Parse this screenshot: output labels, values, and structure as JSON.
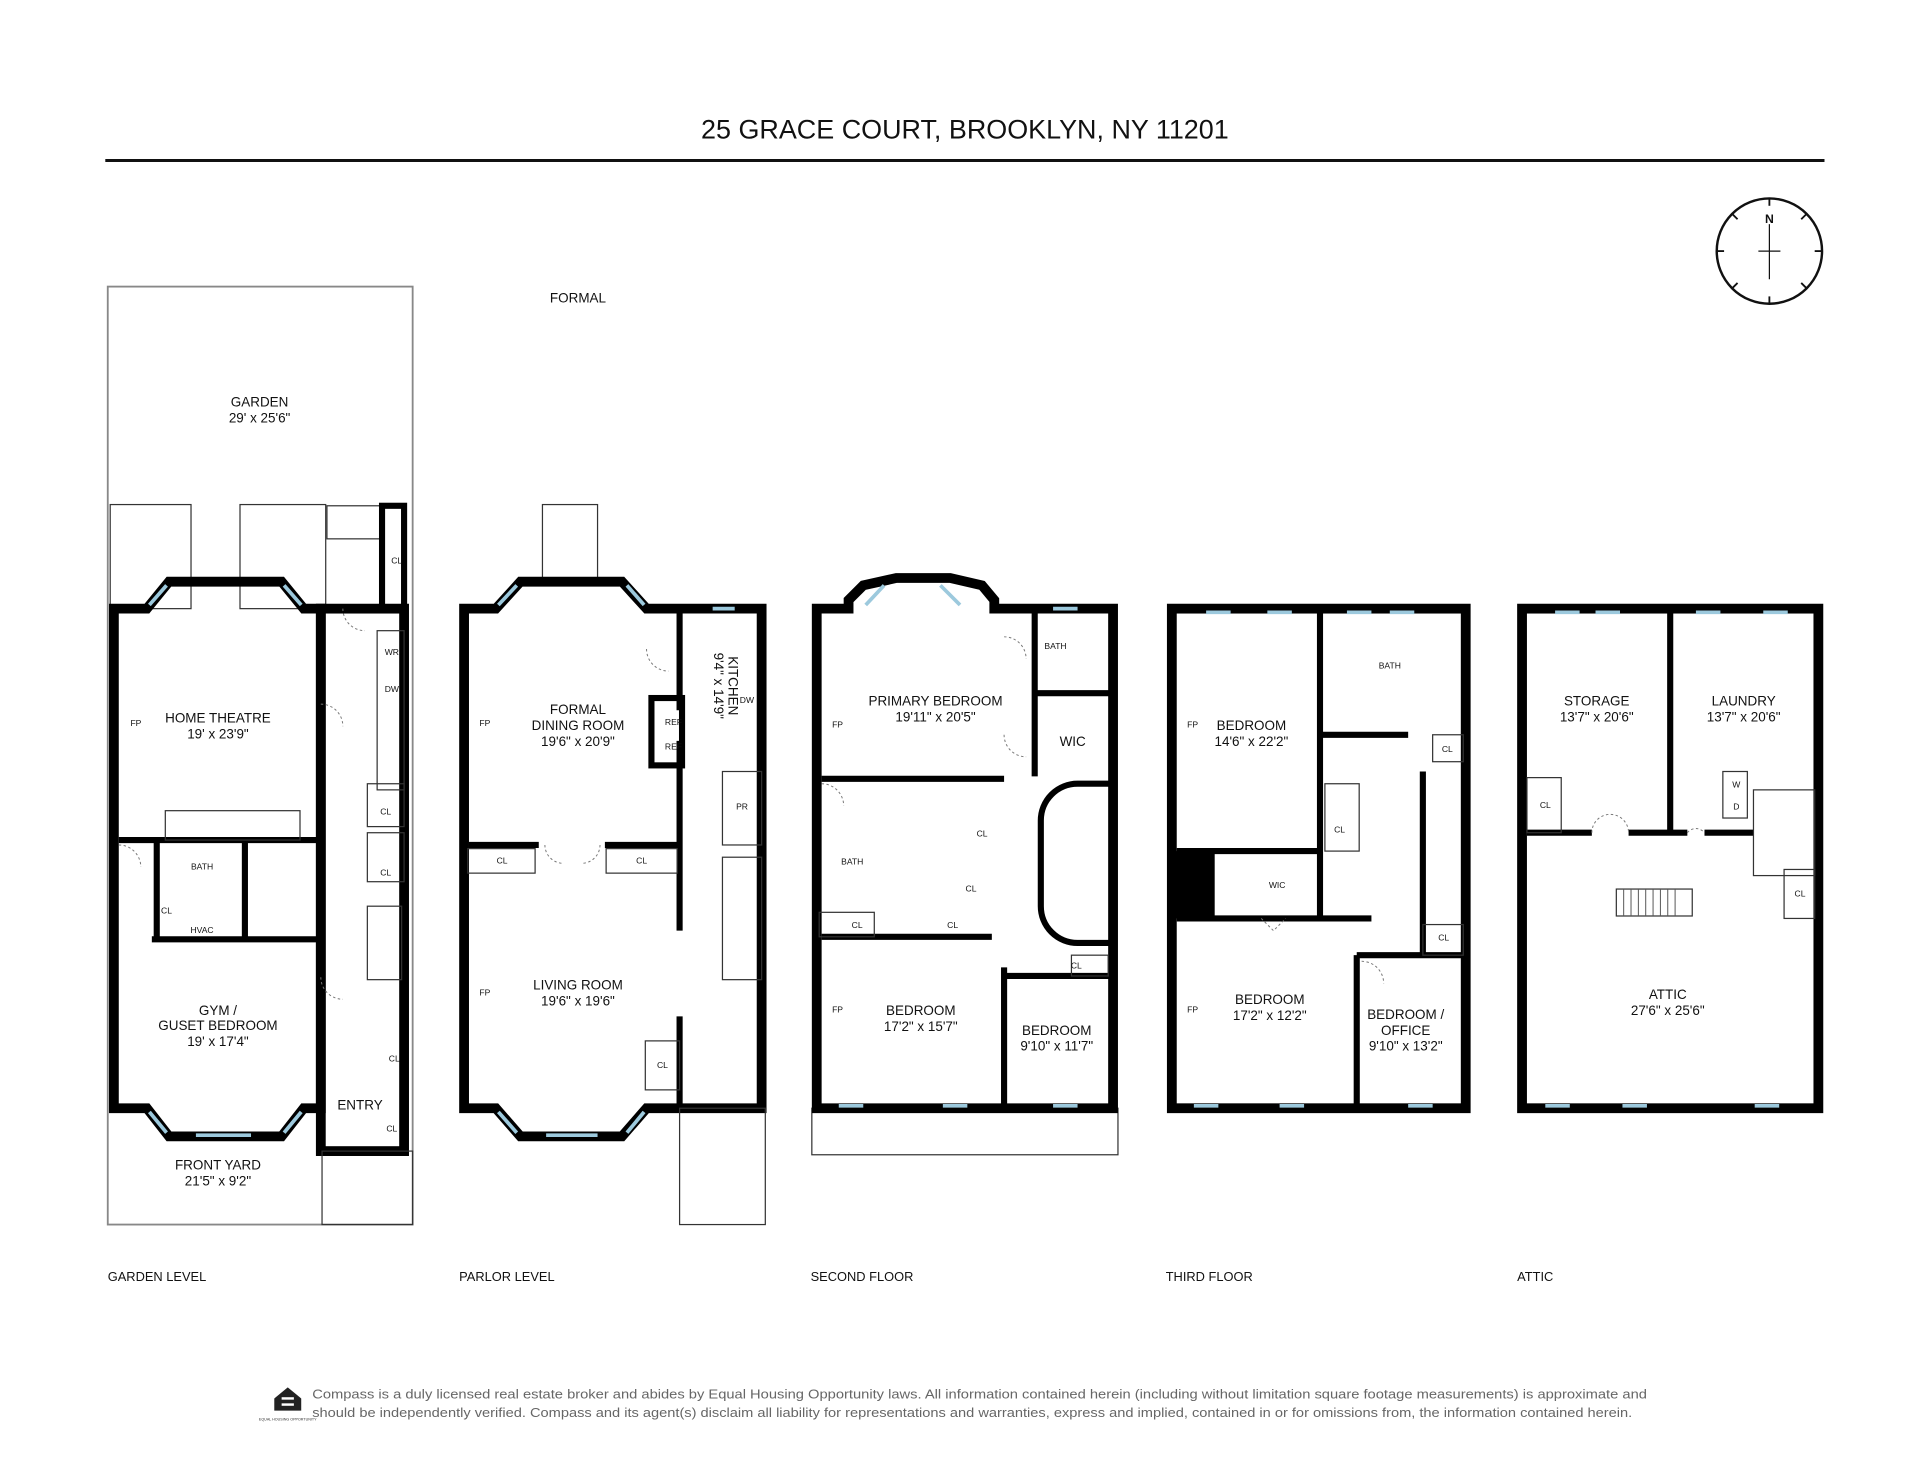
{
  "title": "25 GRACE COURT, BROOKLYN, NY 11201",
  "compass": {
    "label": "N"
  },
  "levels": {
    "garden": {
      "label": "GARDEN LEVEL",
      "rooms": {
        "garden": {
          "name": "GARDEN",
          "dims": "29' x 25'6\""
        },
        "theatre": {
          "name": "HOME THEATRE",
          "dims": "19' x 23'9\""
        },
        "gym1": {
          "name": "GYM /"
        },
        "gym2": {
          "name": "GUSET BEDROOM",
          "dims": "19' x 17'4\""
        },
        "yard": {
          "name": "FRONT YARD",
          "dims": "21'5\" x 9'2\""
        },
        "entry": {
          "name": "ENTRY"
        },
        "bath": {
          "name": "BATH"
        },
        "hvac": {
          "name": "HVAC"
        },
        "cl": "CL",
        "wr": "WR",
        "dw": "DW",
        "fp": "FP"
      }
    },
    "parlor": {
      "label": "PARLOR LEVEL",
      "rooms": {
        "dining1": {
          "name": "FORMAL"
        },
        "dining2": {
          "name": "DINING ROOM",
          "dims": "19'6\" x 20'9\""
        },
        "living": {
          "name": "LIVING ROOM",
          "dims": "19'6\" x 19'6\""
        },
        "kitchen": {
          "name": "KITCHEN",
          "dims": "9'4\" x 14'9\""
        },
        "ref": "REF",
        "pr": "PR",
        "cl": "CL",
        "dw": "DW",
        "fp": "FP"
      }
    },
    "second": {
      "label": "SECOND FLOOR",
      "rooms": {
        "primary": {
          "name": "PRIMARY BEDROOM",
          "dims": "19'11\" x 20'5\""
        },
        "bed1": {
          "name": "BEDROOM",
          "dims": "17'2\" x 15'7\""
        },
        "bed2": {
          "name": "BEDROOM",
          "dims": "9'10\" x 11'7\""
        },
        "wic": "WIC",
        "bath": "BATH",
        "cl": "CL",
        "fp": "FP"
      }
    },
    "third": {
      "label": "THIRD FLOOR",
      "rooms": {
        "bed1": {
          "name": "BEDROOM",
          "dims": "14'6\" x 22'2\""
        },
        "bed2": {
          "name": "BEDROOM",
          "dims": "17'2\" x 12'2\""
        },
        "office1": {
          "name": "BEDROOM /"
        },
        "office2": {
          "name": "OFFICE",
          "dims": "9'10\" x 13'2\""
        },
        "wic": "WIC",
        "bath": "BATH",
        "cl": "CL",
        "fp": "FP"
      }
    },
    "attic": {
      "label": "ATTIC",
      "rooms": {
        "storage": {
          "name": "STORAGE",
          "dims": "13'7\" x 20'6\""
        },
        "laundry": {
          "name": "LAUNDRY",
          "dims": "13'7\" x 20'6\""
        },
        "attic": {
          "name": "ATTIC",
          "dims": "27'6\" x 25'6\""
        },
        "w": "W",
        "d": "D",
        "cl": "CL"
      }
    }
  },
  "footer": {
    "line1": "Compass is a duly licensed real estate broker and abides by Equal Housing Opportunity laws. All information contained herein (including without limitation square footage measurements) is approximate and",
    "line2": "should be independently verified. Compass and its agent(s) disclaim all liability for representations and warranties, express and implied, contained in or for omissions from, the information contained herein.",
    "logo_text": "EQUAL HOUSING OPPORTUNITY"
  }
}
